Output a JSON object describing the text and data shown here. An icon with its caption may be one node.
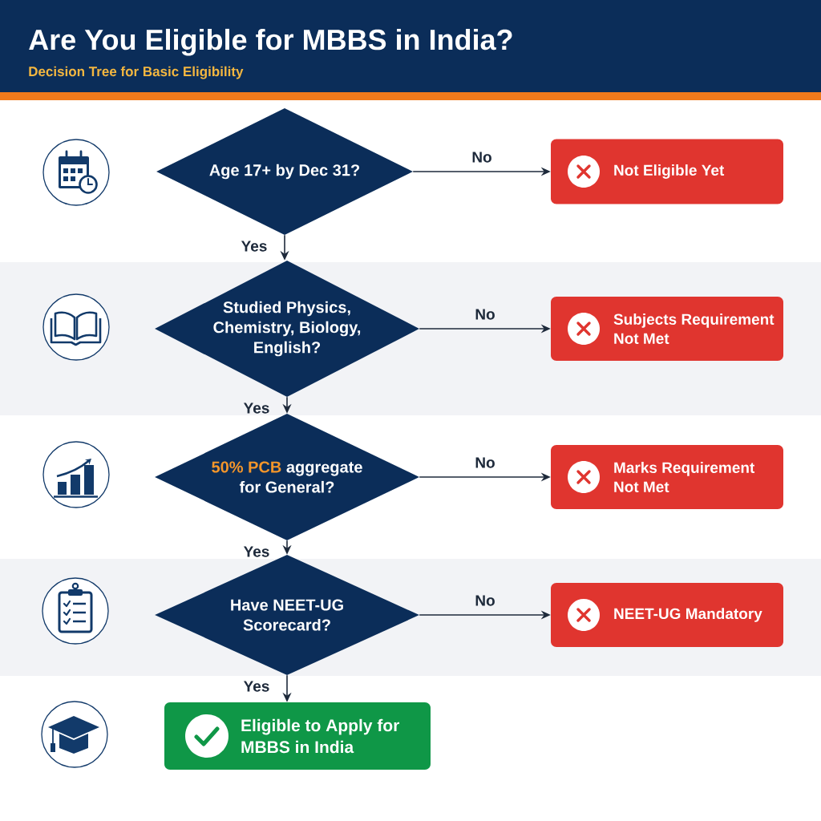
{
  "diagram": {
    "title": "Are You Eligible for MBBS in India?",
    "nodes": [
      {
        "text": [
          "Age 17+ by Dec 31?"
        ]
      },
      {
        "text": [
          "Not Eligible Yet"
        ]
      },
      {
        "text": [
          "Studied Physics, Chemistry, Biology, English?"
        ]
      },
      {
        "text": [
          "Subjects Requirement Not Met"
        ]
      },
      {
        "text": [
          "**50% PCB** aggregate for General?"
        ]
      },
      {
        "text": [
          "Marks Requirement Not Met"
        ]
      },
      {
        "text": [
          "Have NEET-UG Scorecard?"
        ]
      },
      {
        "text": [
          "NEET-UG Mandatory"
        ]
      },
      {
        "text": [
          "Eligible to Apply for MBBS in India"
        ]
      }
    ],
    "edges": [
      {
        "from": 0,
        "to": 1,
        "arrow": "to",
        "label": "No"
      },
      {
        "from": 0,
        "to": 2,
        "arrow": "to",
        "label": "Yes"
      },
      {
        "from": 2,
        "to": 3,
        "arrow": "to",
        "label": "No"
      },
      {
        "from": 2,
        "to": 4,
        "arrow": "to",
        "label": "Yes"
      },
      {
        "from": 4,
        "to": 5,
        "arrow": "to",
        "label": "No"
      },
      {
        "from": 4,
        "to": 6,
        "arrow": "to",
        "label": "Yes"
      },
      {
        "from": 6,
        "to": 7,
        "arrow": "to",
        "label": "No"
      },
      {
        "from": 6,
        "to": 8,
        "arrow": "to",
        "label": "Yes"
      }
    ],
    "labels": [
      "Decision Tree for Basic Eligibility"
    ]
  }
}
